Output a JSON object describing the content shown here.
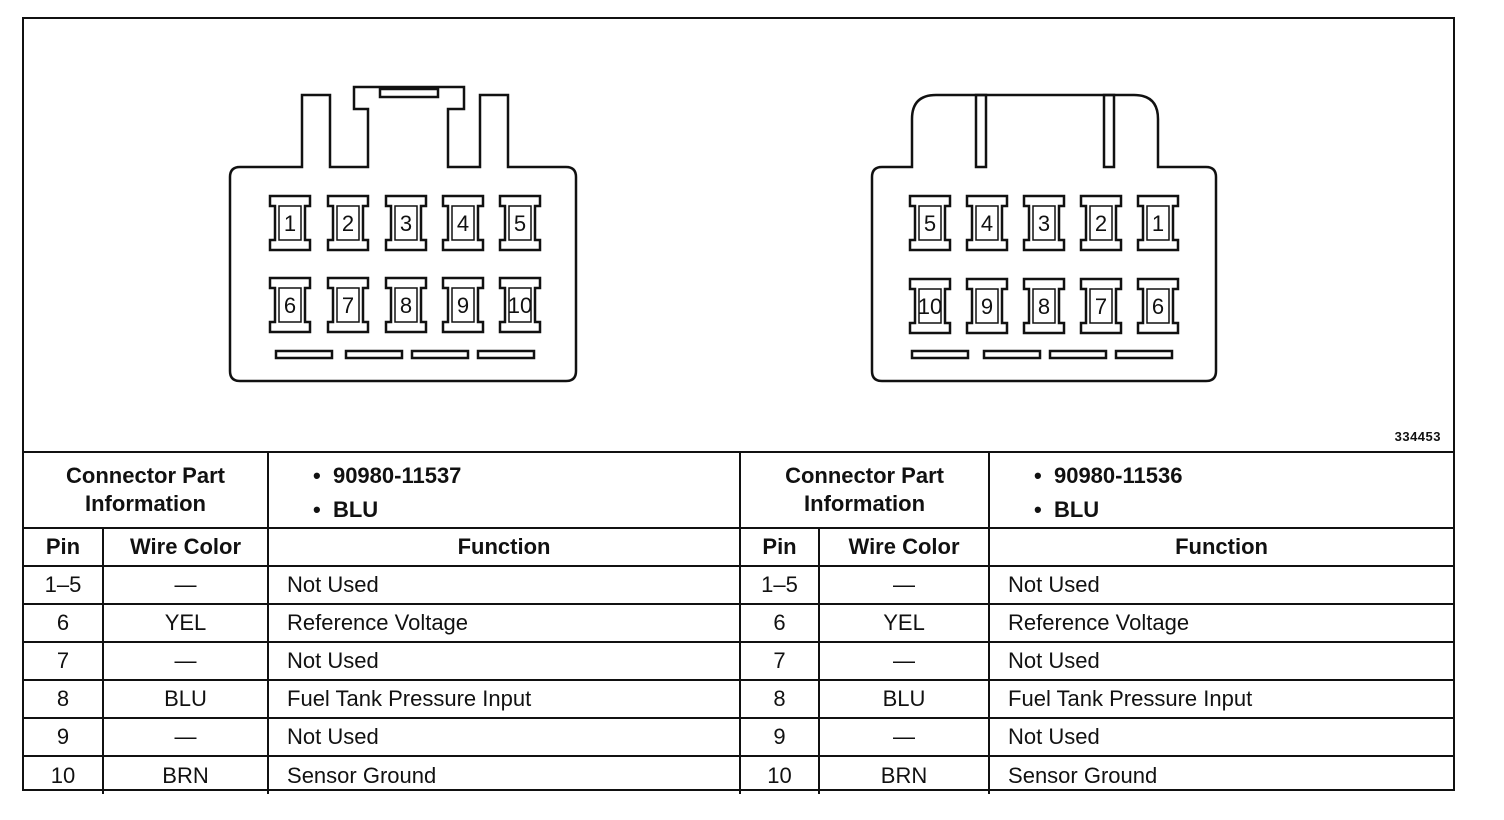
{
  "figure_id": "334453",
  "connectors": [
    {
      "pins_top": [
        "1",
        "2",
        "3",
        "4",
        "5"
      ],
      "pins_bottom": [
        "6",
        "7",
        "8",
        "9",
        "10"
      ]
    },
    {
      "pins_top": [
        "5",
        "4",
        "3",
        "2",
        "1"
      ],
      "pins_bottom": [
        "10",
        "9",
        "8",
        "7",
        "6"
      ]
    }
  ],
  "tables": [
    {
      "info_label_line1": "Connector Part",
      "info_label_line2": "Information",
      "part_number": "90980-11537",
      "color": "BLU",
      "headers": {
        "pin": "Pin",
        "wire": "Wire Color",
        "function": "Function"
      },
      "rows": [
        {
          "pin": "1–5",
          "wire": "—",
          "function": "Not Used"
        },
        {
          "pin": "6",
          "wire": "YEL",
          "function": "Reference Voltage"
        },
        {
          "pin": "7",
          "wire": "—",
          "function": "Not Used"
        },
        {
          "pin": "8",
          "wire": "BLU",
          "function": "Fuel Tank Pressure Input"
        },
        {
          "pin": "9",
          "wire": "—",
          "function": "Not Used"
        },
        {
          "pin": "10",
          "wire": "BRN",
          "function": "Sensor Ground"
        }
      ]
    },
    {
      "info_label_line1": "Connector Part",
      "info_label_line2": "Information",
      "part_number": "90980-11536",
      "color": "BLU",
      "headers": {
        "pin": "Pin",
        "wire": "Wire Color",
        "function": "Function"
      },
      "rows": [
        {
          "pin": "1–5",
          "wire": "—",
          "function": "Not Used"
        },
        {
          "pin": "6",
          "wire": "YEL",
          "function": "Reference Voltage"
        },
        {
          "pin": "7",
          "wire": "—",
          "function": "Not Used"
        },
        {
          "pin": "8",
          "wire": "BLU",
          "function": "Fuel Tank Pressure Input"
        },
        {
          "pin": "9",
          "wire": "—",
          "function": "Not Used"
        },
        {
          "pin": "10",
          "wire": "BRN",
          "function": "Sensor Ground"
        }
      ]
    }
  ]
}
